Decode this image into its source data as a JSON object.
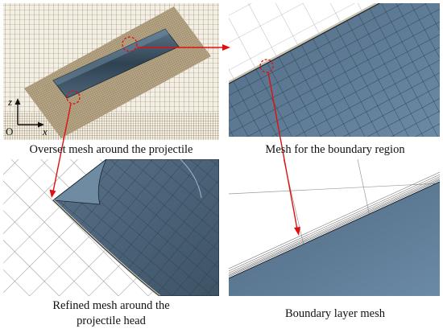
{
  "panels": [
    {
      "id": "a",
      "caption": "Overset mesh around the projectile"
    },
    {
      "id": "b",
      "caption": "Mesh for the boundary region"
    },
    {
      "id": "c",
      "caption_lines": [
        "Refined mesh around the",
        "projectile head"
      ]
    },
    {
      "id": "d",
      "caption": "Boundary layer mesh"
    }
  ],
  "axes": {
    "vertical": "z",
    "horizontal": "x",
    "origin": "O"
  },
  "colors": {
    "background_mesh": "#8a7a5a",
    "overset_band": "#a09070",
    "projectile": "#3f5466",
    "surface_mesh": "#4a6277",
    "highlight": "#e01010",
    "callout_arrow": "#e01010"
  }
}
